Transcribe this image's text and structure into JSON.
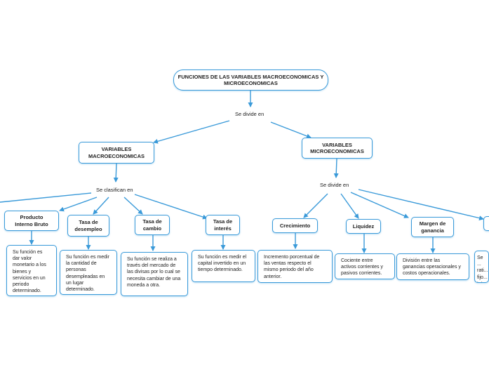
{
  "root": {
    "title": "FUNCIONES DE LAS VARIABLES MACROECONOMICAS Y MICROECONOMICAS"
  },
  "connectors": {
    "root_divide": "Se divide en",
    "macro_clasifican": "Se clasifican en",
    "micro_divide": "Se divide en"
  },
  "macro": {
    "title": "VARIABLES MACROECONOMICAS",
    "items": [
      {
        "label": "Producto Interno Bruto",
        "desc": "Su función es dar valor monetario a los bienes y servicios en un periodo determinado."
      },
      {
        "label": "Tasa de desempleo",
        "desc": "Su función es medir la cantidad de personas desempleadas en un lugar determinado."
      },
      {
        "label": "Tasa de cambio",
        "desc": "Su función se realiza a través del mercado de las divisas por lo cual se necesita cambiar de una moneda a otra."
      },
      {
        "label": "Tasa de interés",
        "desc": "Su función es medir el capital invertido en un tiempo determinado."
      }
    ]
  },
  "micro": {
    "title": "VARIABLES MICROECONOMICAS",
    "items": [
      {
        "label": "Crecimiento",
        "desc": "Incremento porcentual de las ventas respecto el mismo periodo del año anterior."
      },
      {
        "label": "Liquidez",
        "desc": "Cociente entre activos corrientes y pasivos corrientes."
      },
      {
        "label": "Margen de ganancia",
        "desc": "División entre las ganancias operacionales y costos operacionales."
      },
      {
        "label": "",
        "desc": "Se ... rati... fijo... tota..."
      }
    ]
  },
  "colors": {
    "accent": "#3a9ad9",
    "text": "#222222"
  }
}
